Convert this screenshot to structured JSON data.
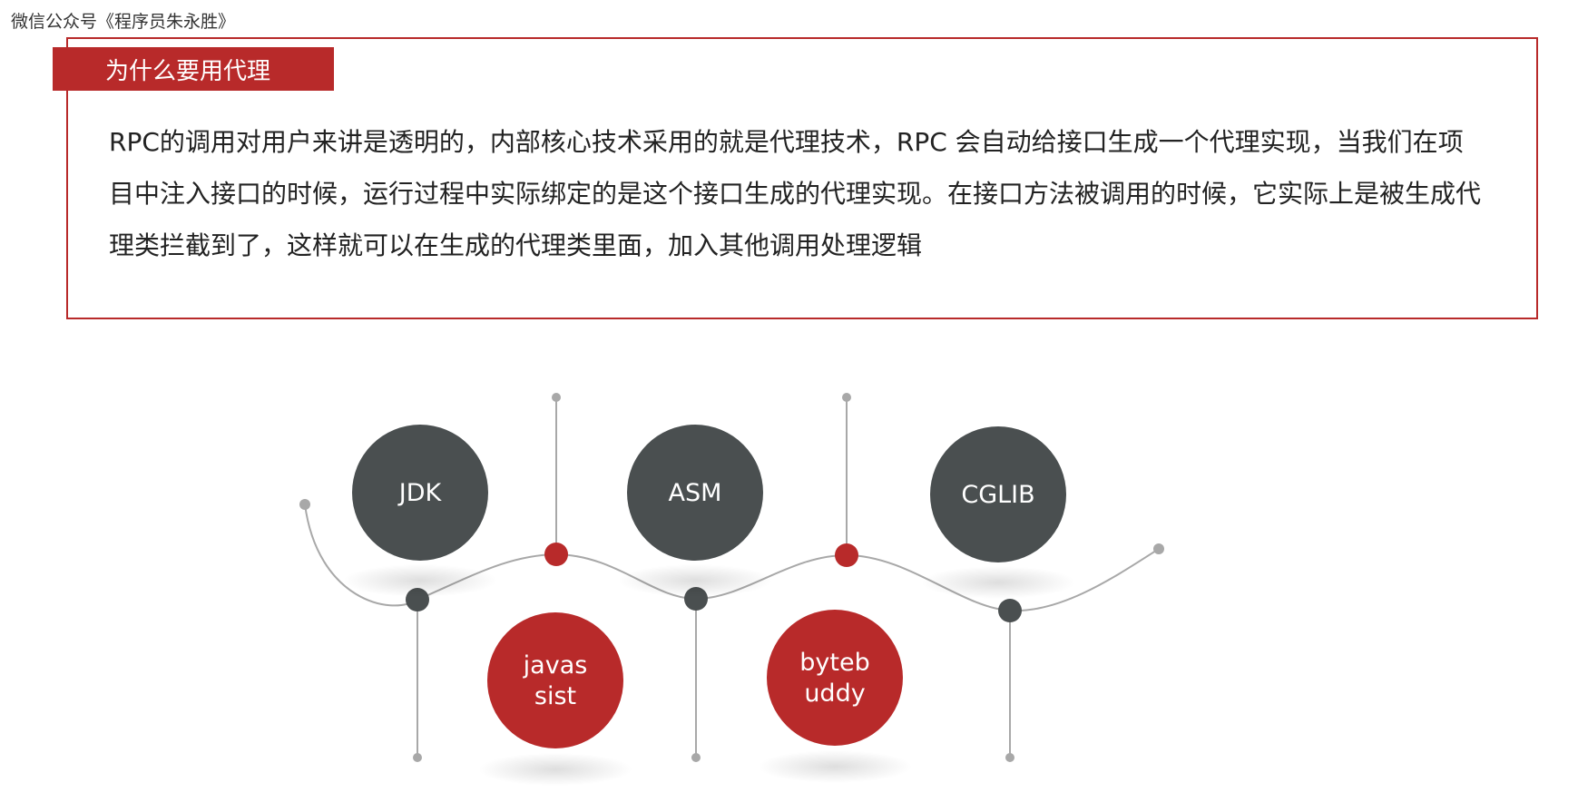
{
  "watermark_header": "微信公众号《程序员朱永胜》",
  "section": {
    "title": "为什么要用代理",
    "description": "RPC的调用对用户来讲是透明的，内部核心技术采用的就是代理技术，RPC 会自动给接口生成一个代理实现，当我们在项目中注入接口的时候，运行过程中实际绑定的是这个接口生成的代理实现。在接口方法被调用的时候，它实际上是被生成代理类拦截到了，这样就可以在生成的代理类里面，加入其他调用处理逻辑"
  },
  "proxy_technologies": [
    {
      "line1": "JDK",
      "line2": "",
      "color": "#4a4f50"
    },
    {
      "line1": "javas",
      "line2": "sist",
      "color": "#b82a2a"
    },
    {
      "line1": "ASM",
      "line2": "",
      "color": "#4a4f50"
    },
    {
      "line1": "byteb",
      "line2": "uddy",
      "color": "#b82a2a"
    },
    {
      "line1": "CGLIB",
      "line2": "",
      "color": "#4a4f50"
    }
  ],
  "colors": {
    "accent_red": "#b82a2a",
    "dark_gray": "#4a4f50",
    "line_gray": "#a8a8a8"
  }
}
